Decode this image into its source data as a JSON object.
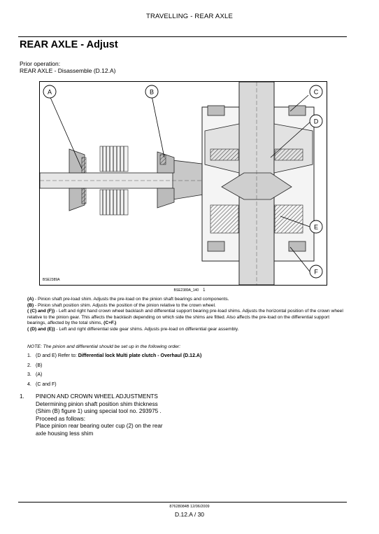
{
  "header": {
    "section": "TRAVELLING - REAR AXLE"
  },
  "title": "REAR AXLE - Adjust",
  "prior": {
    "label": "Prior operation:",
    "text": "REAR AXLE - Disassemble (D.12.A)"
  },
  "figure": {
    "callouts": [
      "A",
      "B",
      "C",
      "D",
      "E",
      "F"
    ],
    "code": "BSE2389A",
    "caption_code": "BSE2389A_140",
    "caption_num": "1"
  },
  "notes": [
    {
      "key": "(A)",
      "text": " - Pinion shaft pre-load shim. Adjusts the pre-load on the pinion shaft bearings and components."
    },
    {
      "key": "(B)",
      "text": " - Pinion shaft position shim. Adjusts the position of the pinion relative to the crown wheel."
    },
    {
      "key": "( (C) and (F))",
      "text": " - Left and right hand crown wheel backlash and differential support bearing pre-load shims. Adjusts the horizontal position of the crown wheel relative to the pinion gear. This affects the backlash depending on which side the shims are fitted. Also affects the pre-load on the differential support bearings, affected by the total shims,",
      "key2": "(C+F.)"
    },
    {
      "key": "( (D) and (E))",
      "text": " - Left and right differential side gear shims. Adjusts pre-load on differential gear assembly."
    }
  ],
  "note_header": "NOTE: The pinion and differential should be set up in the following order:",
  "steps": [
    {
      "num": "1.",
      "text": "(D and E) Refer to: ",
      "bold": "Differential lock Multi plate clutch - Overhaul (D.12.A)"
    },
    {
      "num": "2.",
      "text": "(B)",
      "bold": ""
    },
    {
      "num": "3.",
      "text": "(A)",
      "bold": ""
    },
    {
      "num": "4.",
      "text": "(C and F)",
      "bold": ""
    }
  ],
  "section": {
    "num": "1.",
    "lines": [
      "PINION AND CROWN WHEEL ADJUSTMENTS",
      "Determining pinion shaft position shim thickness",
      "(Shim (B) figure 1) using special tool no. 293975 .",
      "Proceed as follows:",
      "Place pinion rear bearing outer cup (2) on the rear",
      "axle housing less shim"
    ]
  },
  "footer": {
    "doc": "87628084B 12/06/2009",
    "page": "D.12.A / 30"
  }
}
